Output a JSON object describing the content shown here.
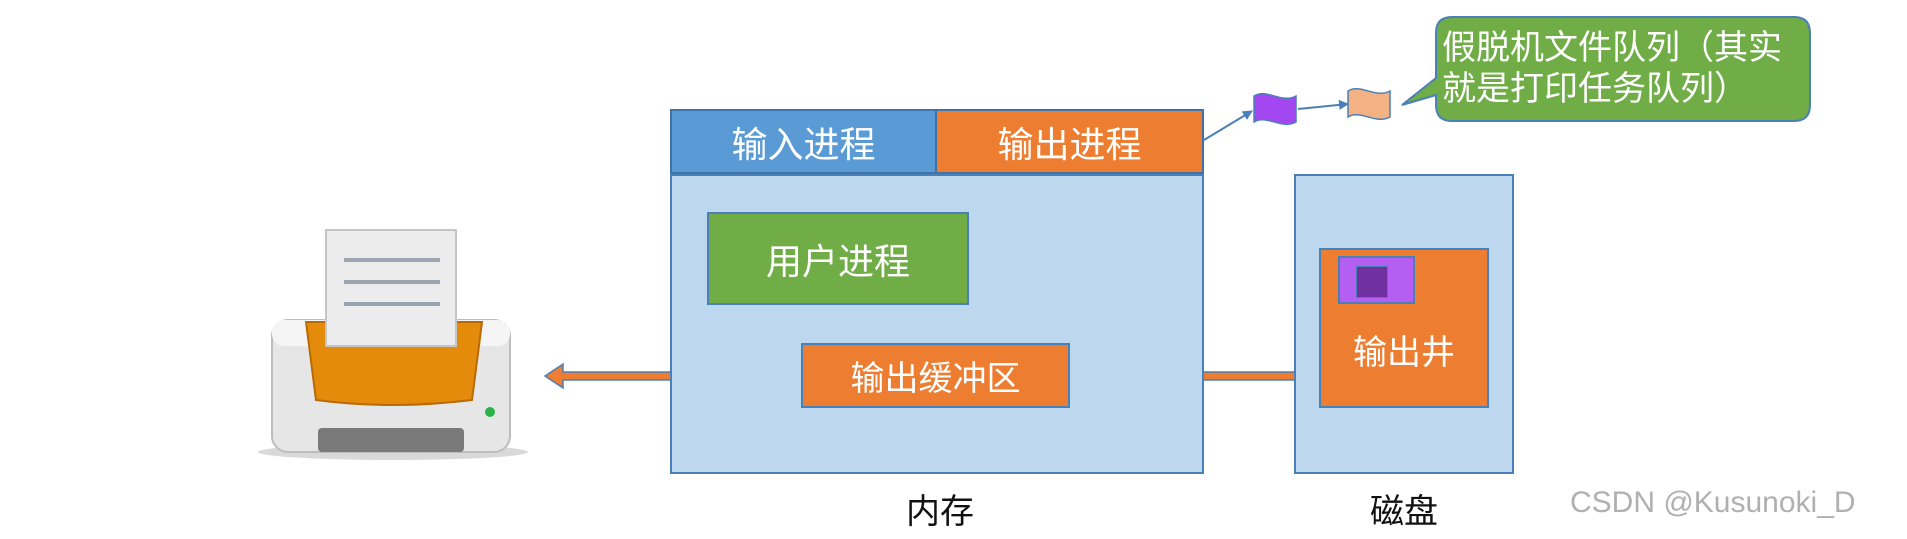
{
  "diagram": {
    "memory": {
      "caption": "内存",
      "input_process": "输入进程",
      "output_process": "输出进程",
      "user_process": "用户进程",
      "output_buffer": "输出缓冲区"
    },
    "disk": {
      "caption": "磁盘",
      "output_well": "输出井"
    },
    "callout": {
      "text": "假脱机文件队列（其实就是打印任务队列）"
    },
    "printer": {
      "icon": "printer-icon"
    }
  },
  "watermark": {
    "text": "CSDN @Kusunoki_D"
  },
  "colors": {
    "memory_fill": "#bdd7ee",
    "input_process": "#5b9bd5",
    "output_process": "#ed7d31",
    "user_process": "#70ad47",
    "callout": "#70ad47",
    "queue_item_1": "#a347f0",
    "queue_item_2": "#f4b183"
  }
}
